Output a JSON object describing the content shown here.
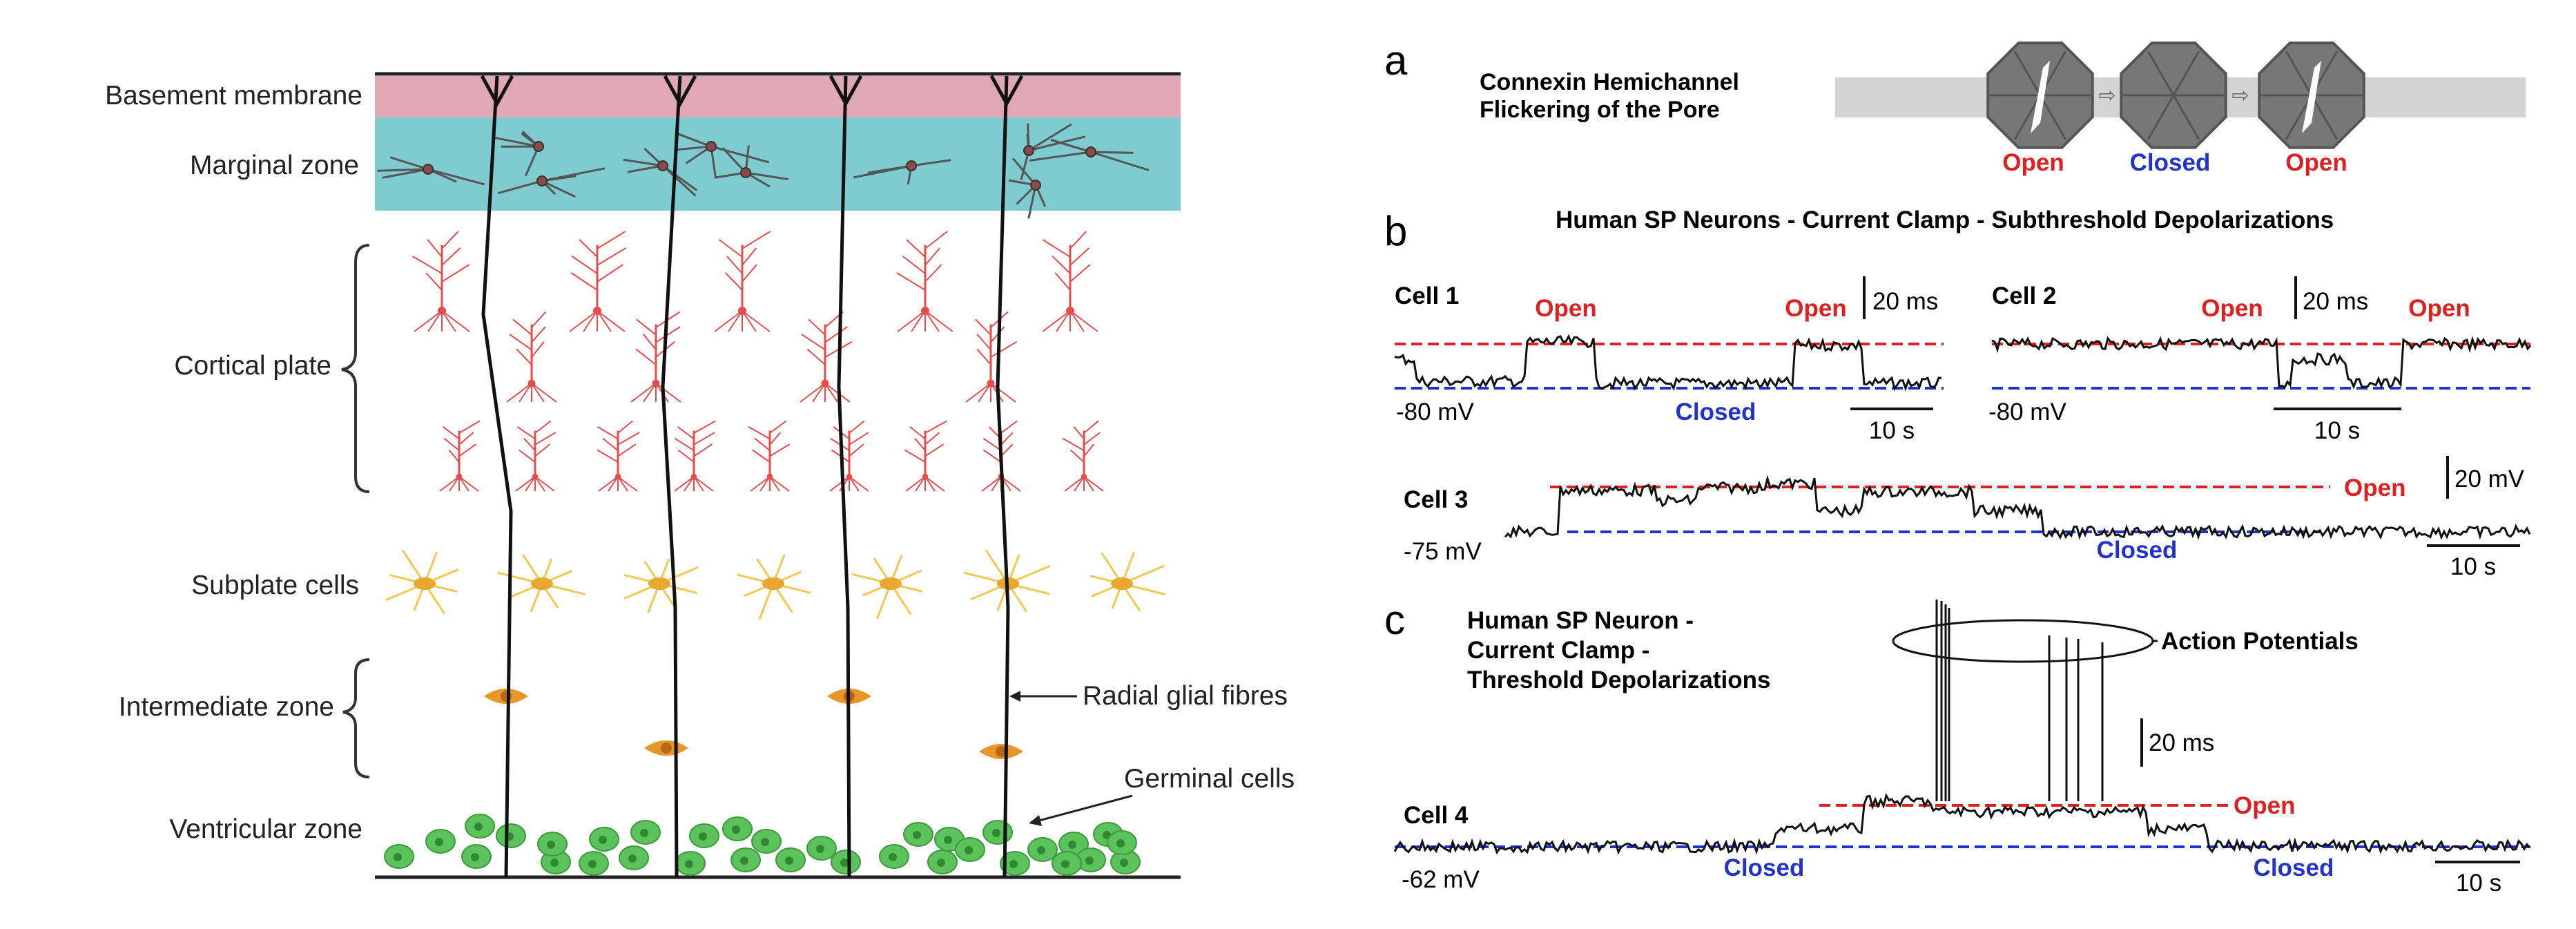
{
  "left_panel": {
    "layers": {
      "basement_membrane": "Basement membrane",
      "marginal_zone": "Marginal zone",
      "cortical_plate": "Cortical plate",
      "subplate_cells": "Subplate cells",
      "intermediate_zone": "Intermediate zone",
      "ventricular_zone": "Ventricular zone"
    },
    "annotations": {
      "radial_glial_fibres": "Radial glial fibres",
      "germinal_cells": "Germinal cells"
    },
    "colors": {
      "basement_membrane": "#e0a8b4",
      "marginal_zone": "#7ecccf",
      "pyramidal_neuron": "#e84b4b",
      "subplate_neuron": "#f5c850",
      "intermediate_cell": "#e8962a",
      "germinal_cell": "#5cc35c"
    }
  },
  "panel_a": {
    "letter": "a",
    "title_line1": "Connexin Hemichannel",
    "title_line2": "Flickering of the Pore",
    "states": [
      "Open",
      "Closed",
      "Open"
    ]
  },
  "panel_b": {
    "letter": "b",
    "title": "Human SP Neurons - Current Clamp - Subthreshold Depolarizations",
    "cell1": {
      "name": "Cell 1",
      "open": "Open",
      "open2": "Open",
      "closed": "Closed",
      "voltage": "-80 mV",
      "scale_y": "20 ms",
      "scale_x": "10 s"
    },
    "cell2": {
      "name": "Cell 2",
      "open": "Open",
      "open2": "Open",
      "voltage": "-80 mV",
      "scale_y": "20 ms",
      "scale_x": "10 s"
    },
    "cell3": {
      "name": "Cell 3",
      "open": "Open",
      "closed": "Closed",
      "voltage": "-75 mV",
      "scale_y": "20 mV",
      "scale_x": "10 s"
    }
  },
  "panel_c": {
    "letter": "c",
    "title_line1": "Human SP Neuron -",
    "title_line2": "Current Clamp -",
    "title_line3": "Threshold Depolarizations",
    "action_potentials": "Action Potentials",
    "cell4": {
      "name": "Cell 4",
      "open": "Open",
      "closed1": "Closed",
      "closed2": "Closed",
      "voltage": "-62 mV",
      "scale_y": "20 ms",
      "scale_x": "10 s"
    }
  },
  "colors": {
    "open_line": "#e02020",
    "closed_line": "#2233cc",
    "trace": "#111111"
  }
}
